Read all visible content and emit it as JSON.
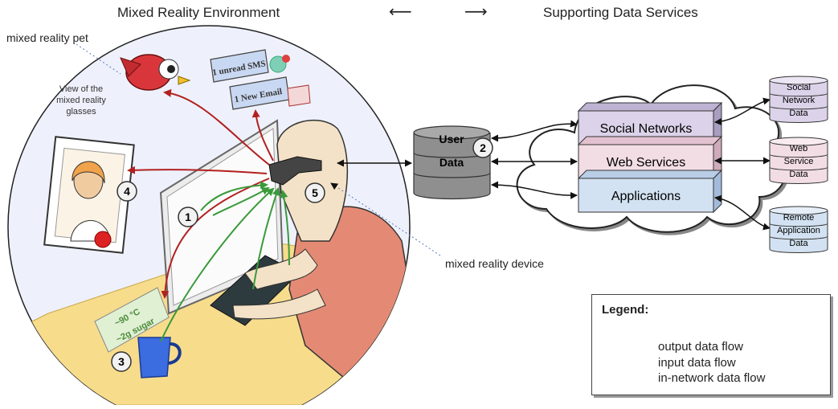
{
  "headers": {
    "left": "Mixed Reality Environment",
    "right": "Supporting Data Services",
    "arrow_left": "⟵",
    "arrow_right": "⟶"
  },
  "labels": {
    "pet": "mixed reality pet",
    "glasses_view": "View of the mixed reality glasses",
    "device": "mixed reality device"
  },
  "notifications": {
    "sms": "1 unread SMS",
    "email": "1 New Email"
  },
  "note": {
    "line1": "~90 °C",
    "line2": "~2g sugar"
  },
  "markers": [
    "1",
    "2",
    "3",
    "4",
    "5"
  ],
  "database": {
    "line1": "User",
    "line2": "Data"
  },
  "services": {
    "social": "Social Networks",
    "web": "Web Services",
    "apps": "Applications"
  },
  "stores": {
    "social": [
      "Social",
      "Network",
      "Data"
    ],
    "web": [
      "Web",
      "Service",
      "Data"
    ],
    "remote": [
      "Remote",
      "Application",
      "Data"
    ]
  },
  "legend": {
    "title": "Legend:",
    "output": "output data flow",
    "input": "input data flow",
    "network": "in-network data flow"
  },
  "colors": {
    "output": "#b22020",
    "input": "#3a9a3a",
    "network": "#111111",
    "social_box": "#dcd3ea",
    "web_box": "#f2dde5",
    "apps_box": "#d3e2f2"
  }
}
